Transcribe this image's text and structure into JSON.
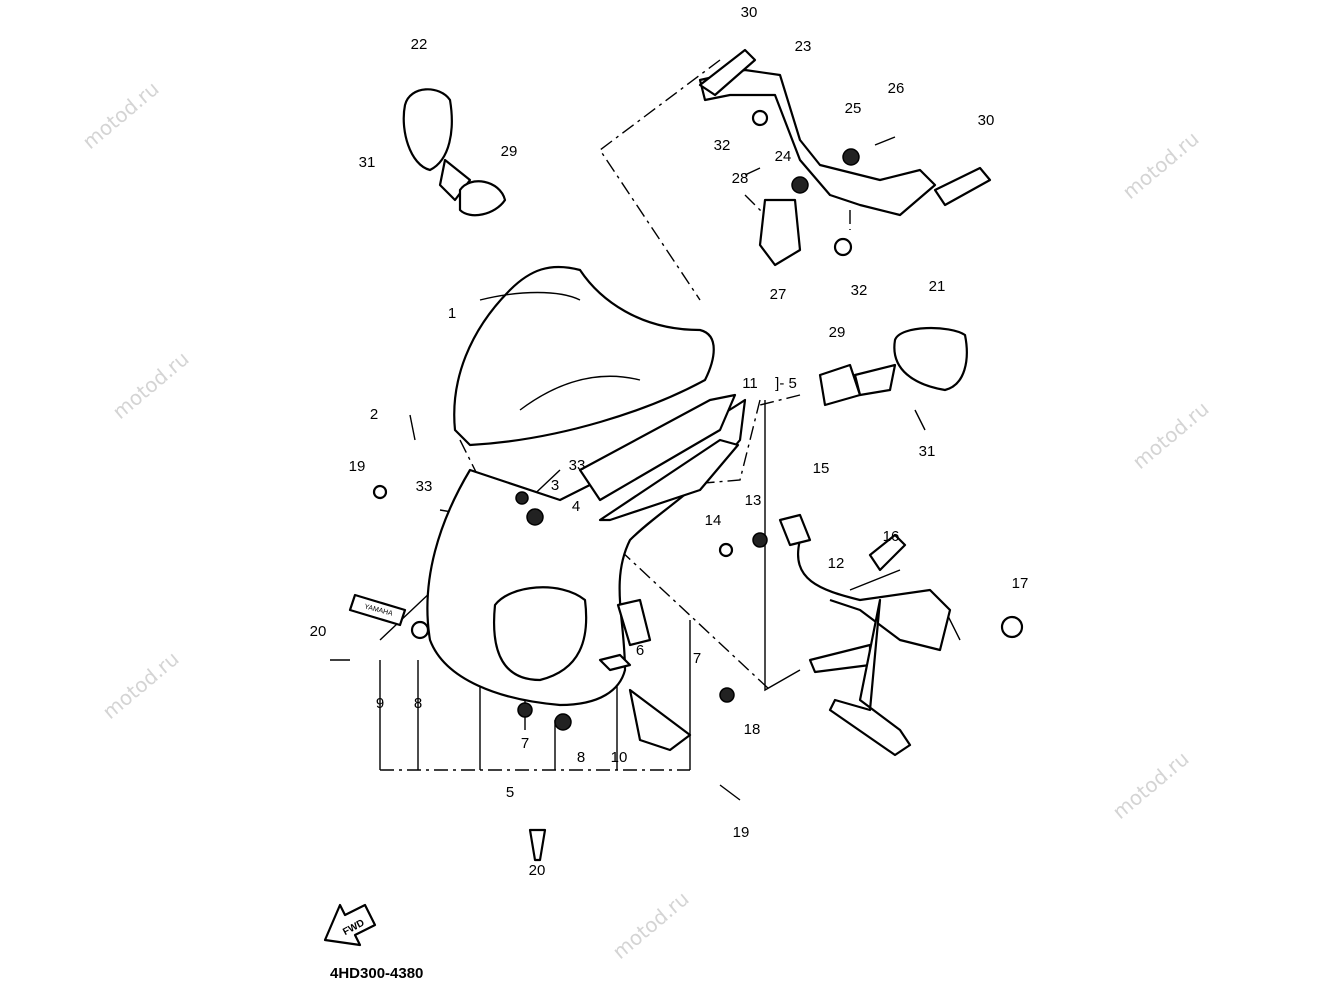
{
  "watermark": "motod.ru",
  "diagram_code": "4HD300-4380",
  "fwd_label": "FWD",
  "callouts": [
    "30",
    "23",
    "22",
    "26",
    "25",
    "32",
    "30",
    "31",
    "29",
    "28",
    "24",
    "27",
    "32",
    "21",
    "1",
    "29",
    "11",
    "]- 5",
    "2",
    "31",
    "33",
    "33",
    "19",
    "3",
    "4",
    "15",
    "13",
    "14",
    "16",
    "12",
    "17",
    "20",
    "6",
    "7",
    "9",
    "8",
    "18",
    "7",
    "8",
    "10",
    "5",
    "19",
    "20"
  ],
  "name_plate_text": "YAMAHA"
}
